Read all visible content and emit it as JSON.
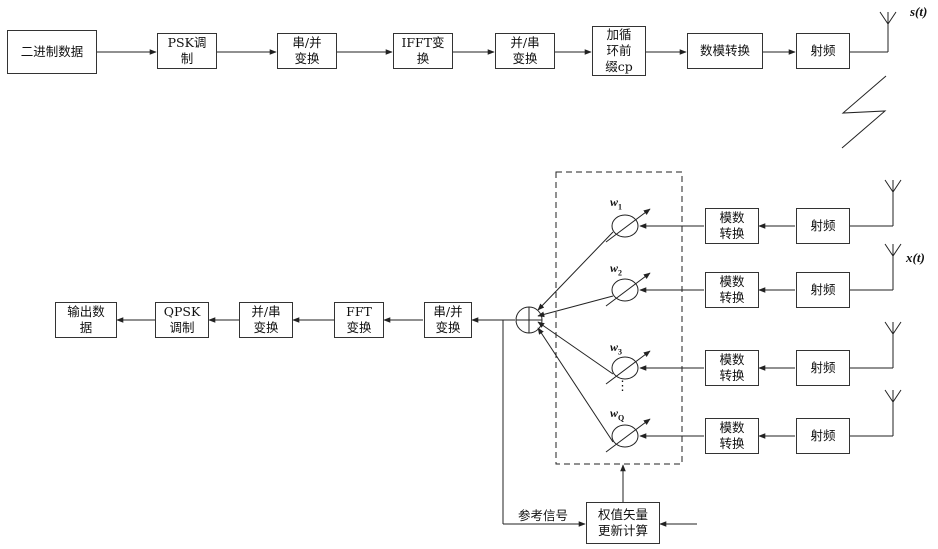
{
  "transmitter": {
    "binary_data": "二进制数据",
    "psk_mod": "PSK调\n制",
    "serial_parallel": "串/并\n变换",
    "ifft": "IFFT变\n换",
    "parallel_serial": "并/串\n变换",
    "add_cp": "加循\n环前\n缀cp",
    "dac": "数模转换",
    "rf": "射频",
    "signal_label": "s(t)"
  },
  "receiver": {
    "output_data": "输出数\n据",
    "qpsk_demod": "QPSK\n调制",
    "parallel_serial": "并/串\n变换",
    "fft": "FFT\n变换",
    "serial_parallel": "串/并\n变换",
    "adc": [
      "模数\n转换",
      "模数\n转换",
      "模数\n转换",
      "模数\n转换"
    ],
    "rf": [
      "射频",
      "射频",
      "射频",
      "射频"
    ],
    "weights": [
      {
        "base": "w",
        "sub": "1"
      },
      {
        "base": "w",
        "sub": "2"
      },
      {
        "base": "w",
        "sub": "3"
      },
      {
        "base": "w",
        "sub": "Q"
      }
    ],
    "dots": "⋮",
    "signal_label": "x(t)",
    "ref_signal": "参考信号",
    "weight_update": "权值矢量\n更新计算"
  }
}
